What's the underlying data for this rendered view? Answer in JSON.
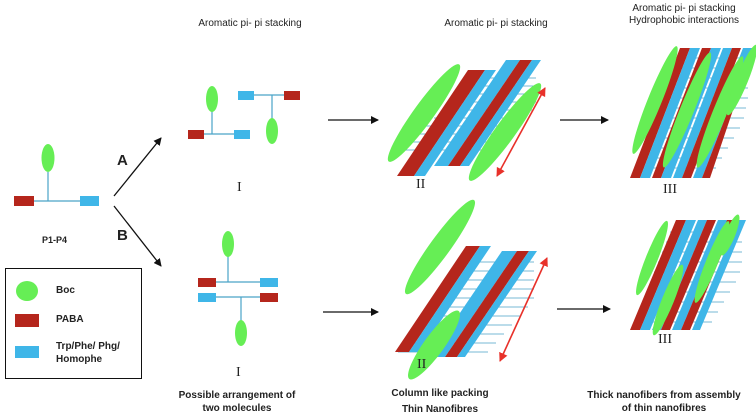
{
  "colors": {
    "boc": "#66ee55",
    "paba": "#b5261c",
    "amino": "#3fb6e8",
    "stick": "#4aa3c8",
    "arrow": "#111111",
    "red_arrow": "#e8312a"
  },
  "headings": {
    "col2": "Aromatic pi- pi stacking",
    "col3": "Aromatic pi- pi stacking",
    "col4_line1": "Aromatic pi- pi stacking",
    "col4_line2": "Hydrophobic interactions"
  },
  "routes": {
    "a": "A",
    "b": "B"
  },
  "monomer_label": "P1-P4",
  "stages": {
    "i_top": "I",
    "i_bottom": "I",
    "ii_top": "II",
    "ii_bottom": "II",
    "iii_top": "III",
    "iii_bottom": "III"
  },
  "captions": {
    "col2_line1": "Possible arrangement of",
    "col2_line2": "two molecules",
    "col3_line1": "Column like packing",
    "col3_line2": "Thin Nanofibres",
    "col4_line1": "Thick nanofibers from assembly",
    "col4_line2": "of thin nanofibres"
  },
  "legend": {
    "boc": "Boc",
    "paba": "PABA",
    "amino_line1": "Trp/Phe/ Phg/",
    "amino_line2": "Homophe"
  }
}
